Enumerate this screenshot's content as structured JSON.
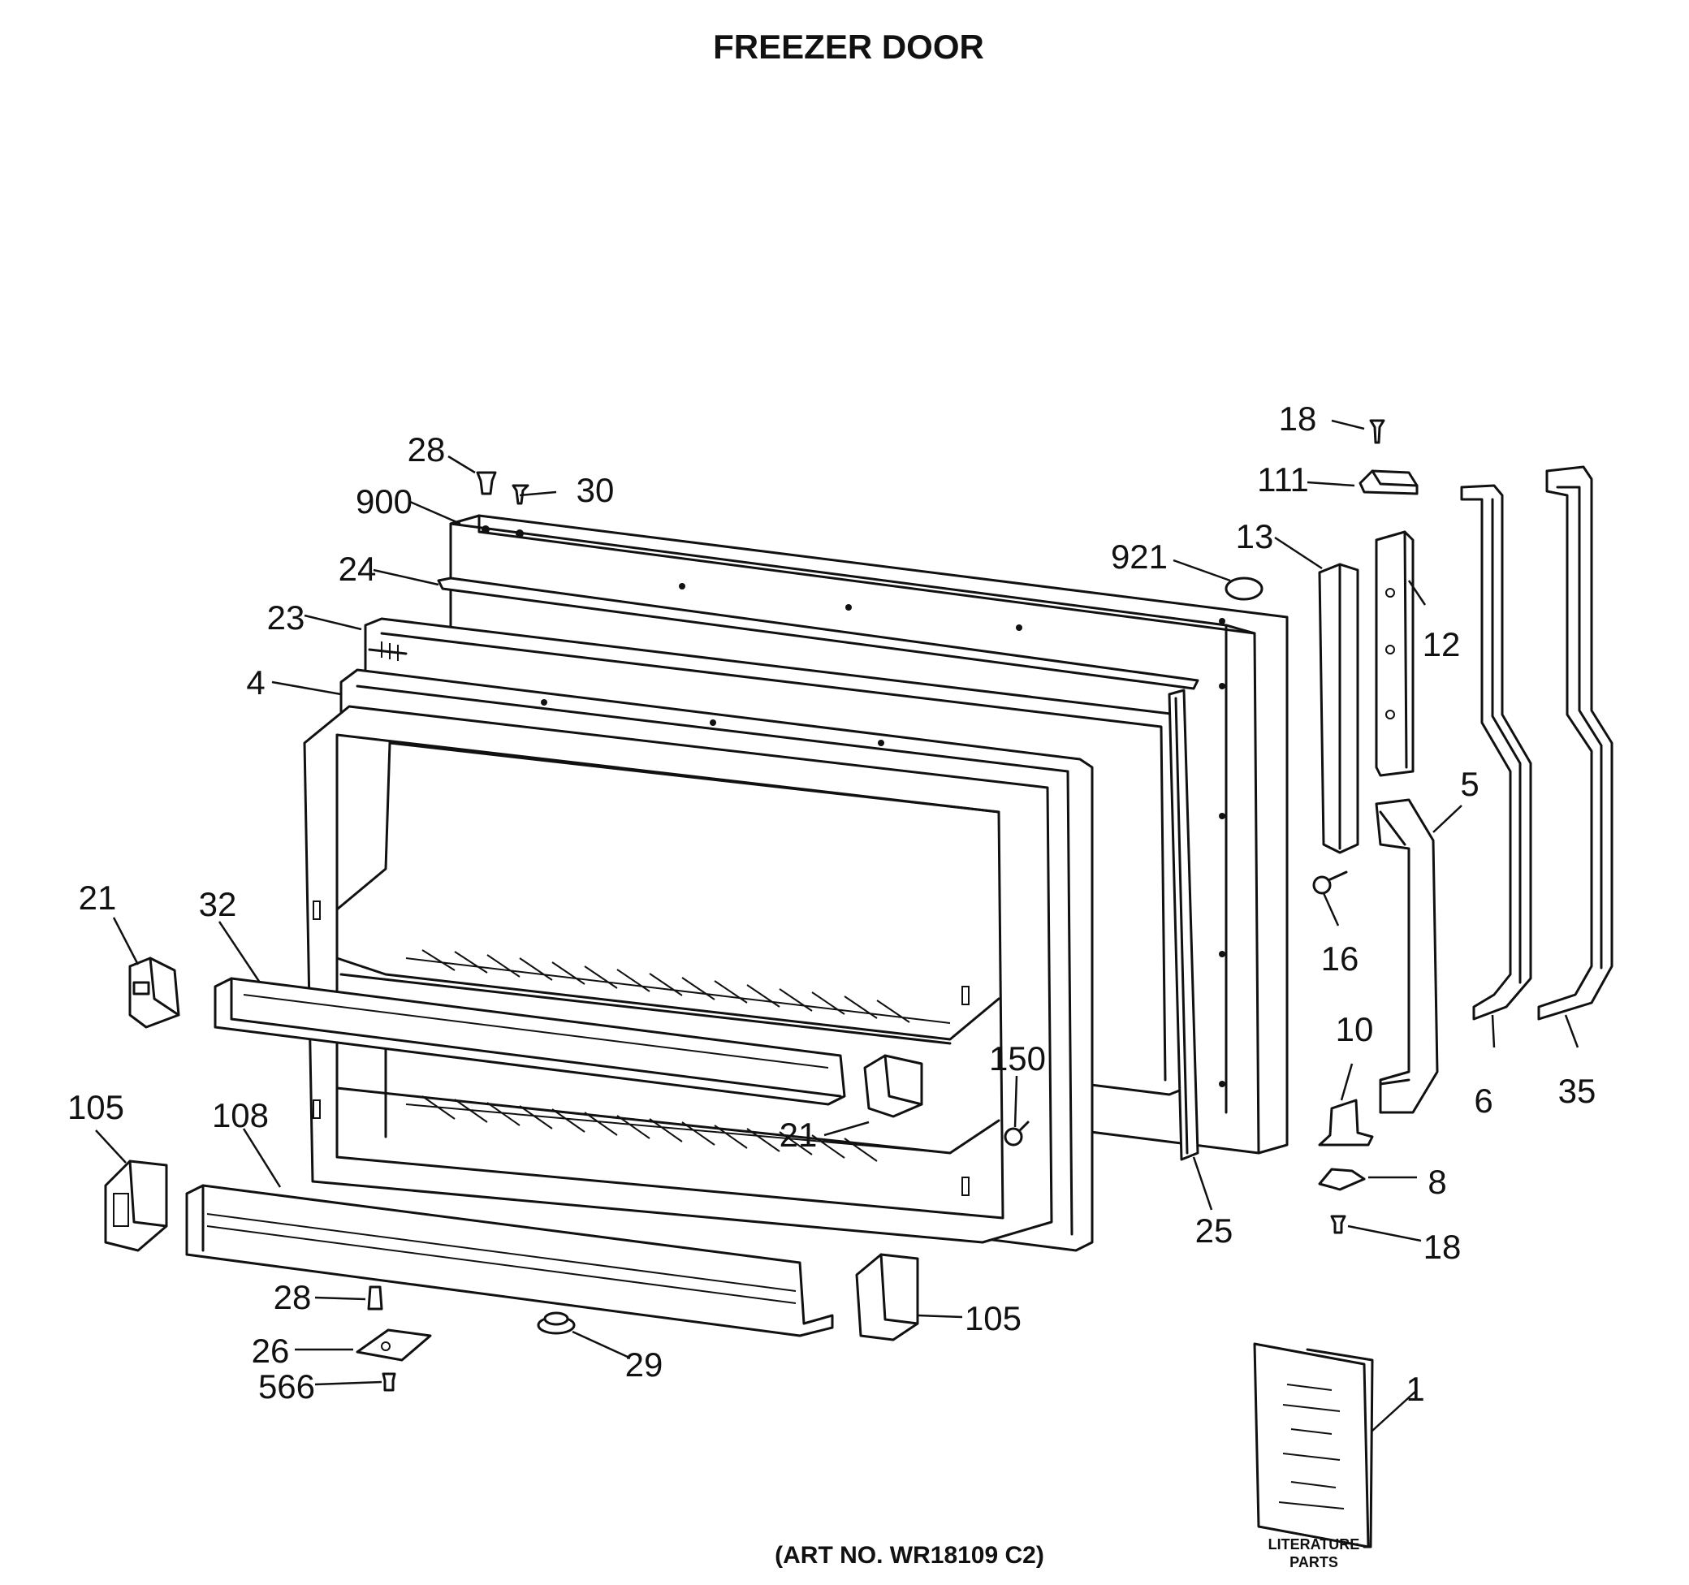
{
  "title": "FREEZER DOOR",
  "art_number": "(ART NO. WR18109 C2)",
  "literature_caption": [
    "LITERATURE",
    "PARTS"
  ],
  "callouts": {
    "c18_top": "18",
    "c111": "111",
    "c28_top": "28",
    "c30": "30",
    "c900": "900",
    "c921": "921",
    "c13": "13",
    "c12": "12",
    "c24": "24",
    "c23": "23",
    "c4": "4",
    "c5": "5",
    "c16": "16",
    "c21_left": "21",
    "c32": "32",
    "c150": "150",
    "c10": "10",
    "c6": "6",
    "c35": "35",
    "c105_left": "105",
    "c108": "108",
    "c21_mid": "21",
    "c8": "8",
    "c25": "25",
    "c18_bot": "18",
    "c28_bot": "28",
    "c105_right": "105",
    "c26": "26",
    "c29": "29",
    "c566": "566",
    "c1": "1"
  }
}
